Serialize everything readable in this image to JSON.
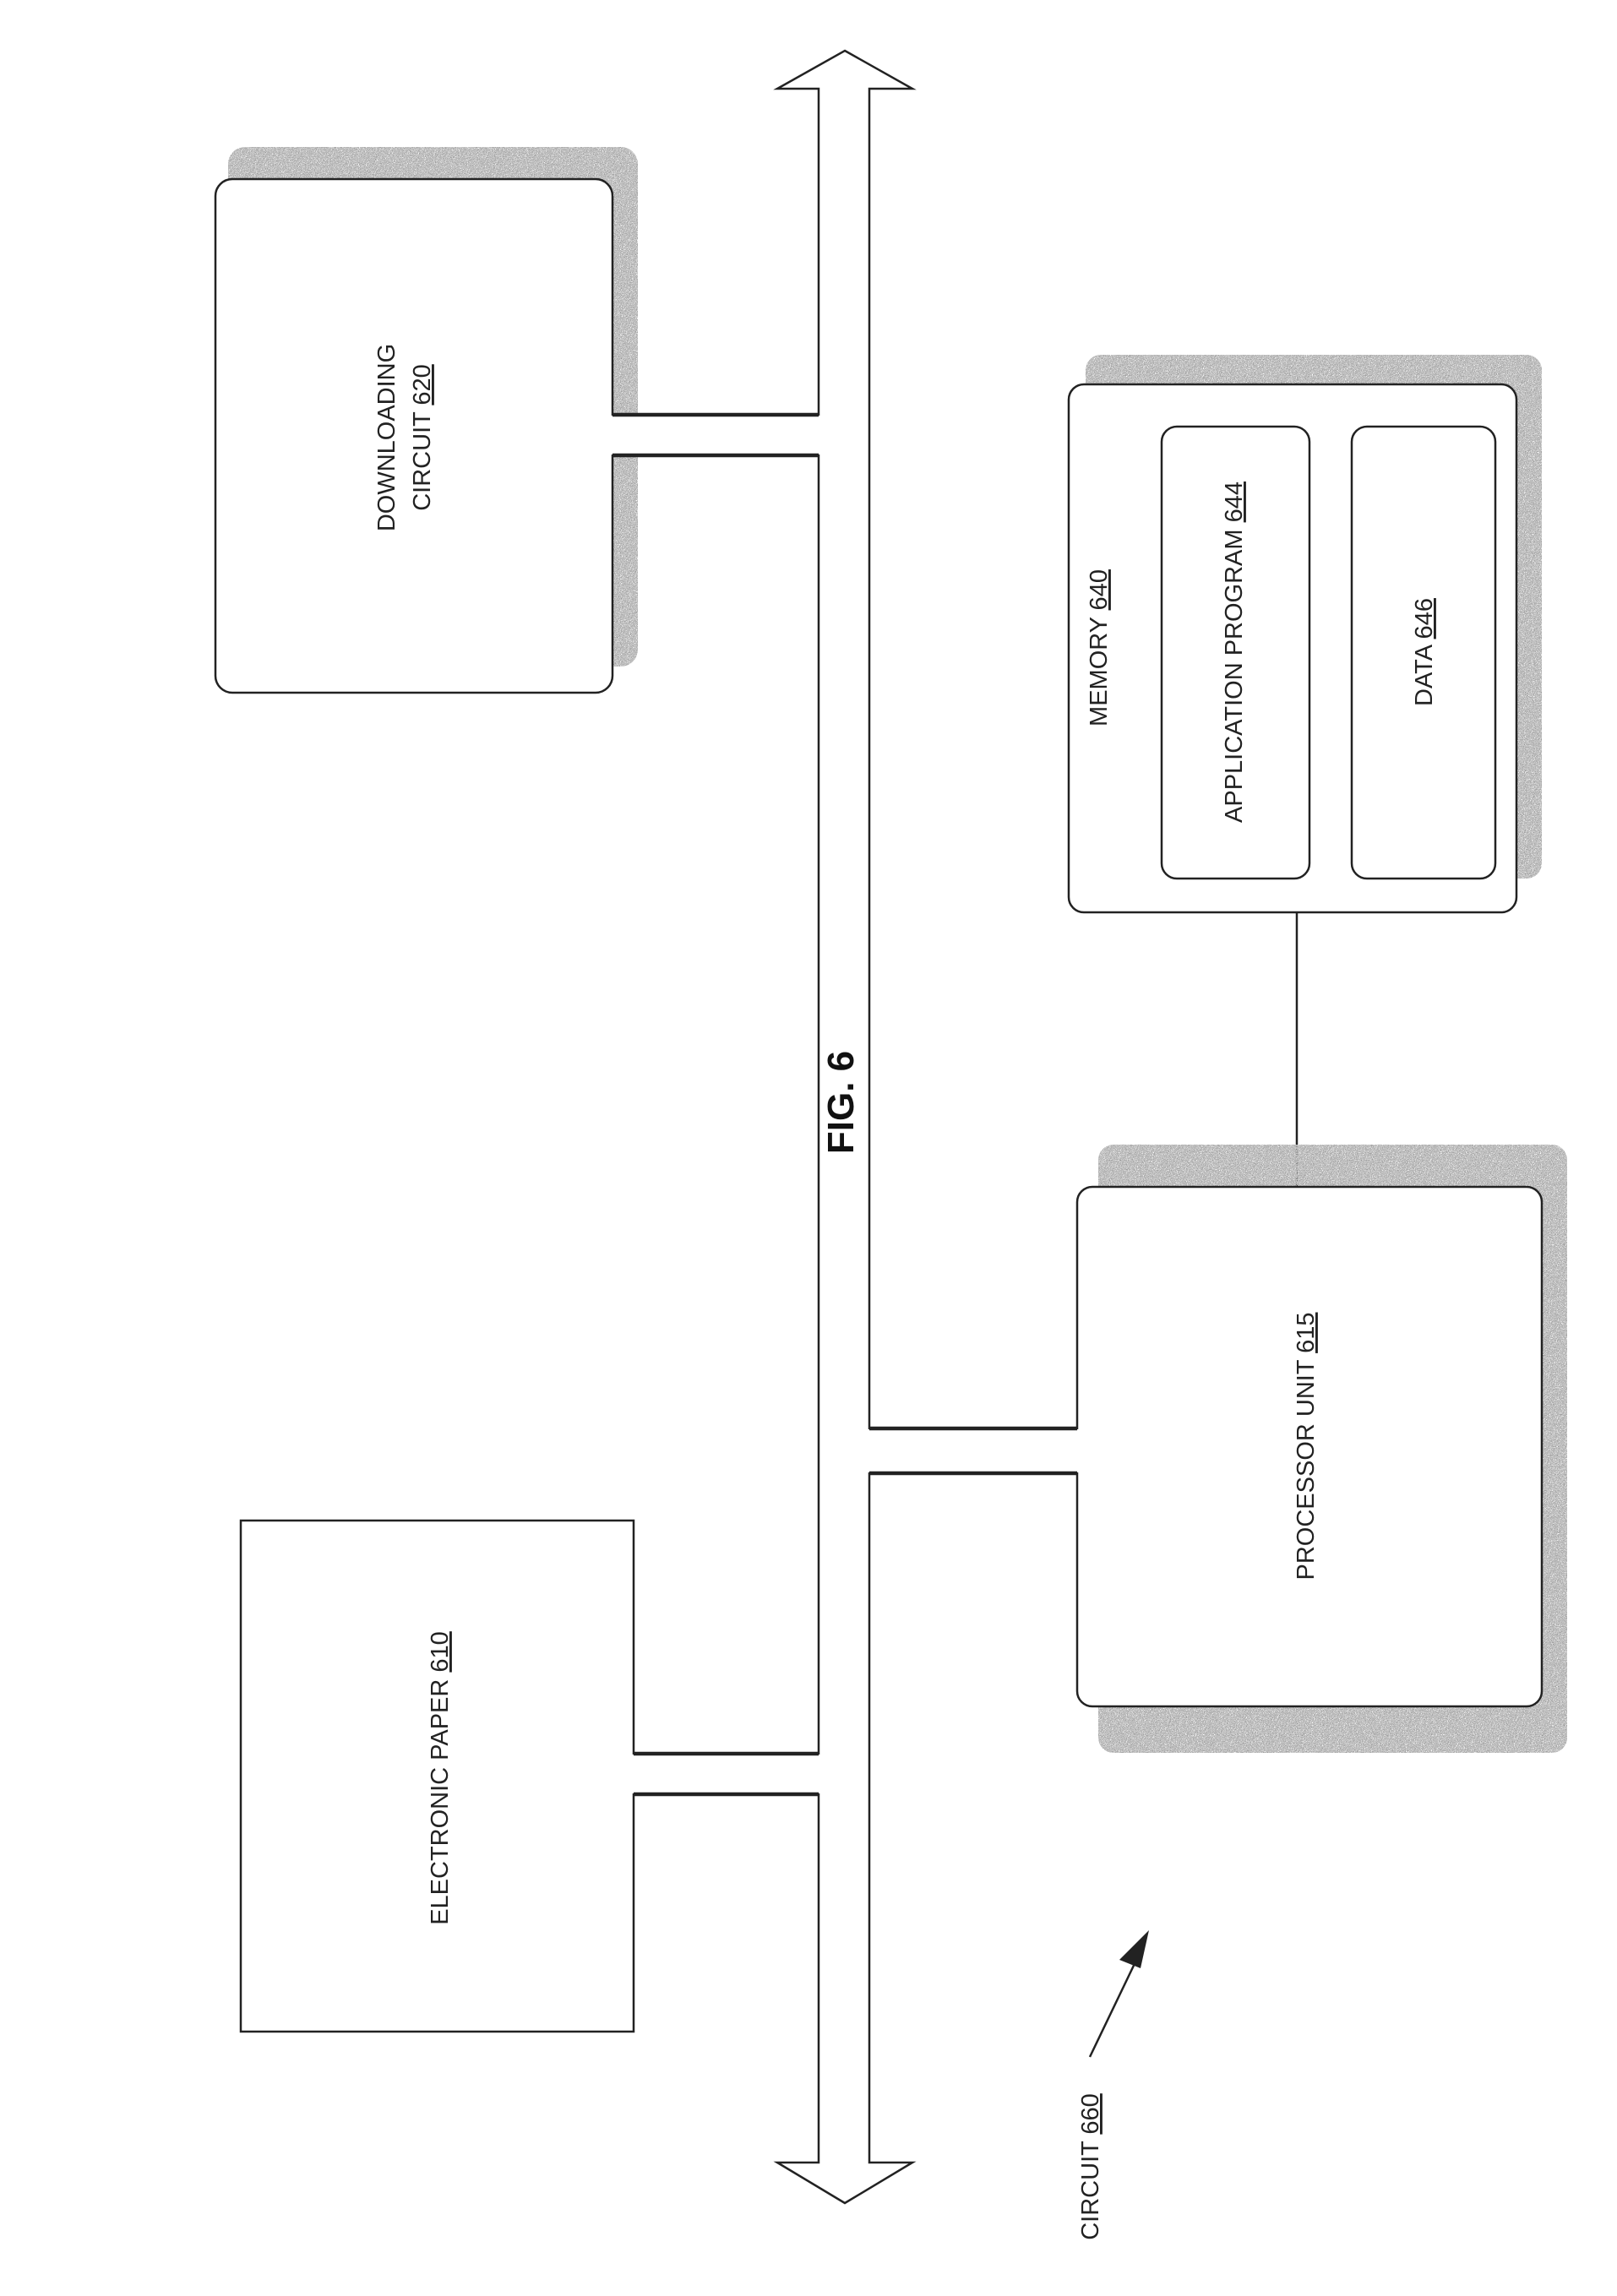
{
  "figure": {
    "title": "FIG. 6"
  },
  "blocks": {
    "downloading_circuit": {
      "line1": "DOWNLOADING",
      "line2": "CIRCUIT",
      "ref": "620"
    },
    "memory": {
      "label": "MEMORY",
      "ref": "640"
    },
    "application_program": {
      "label": "APPLICATION PROGRAM",
      "ref": "644"
    },
    "data": {
      "label": "DATA",
      "ref": "646"
    },
    "electronic_paper": {
      "label": "ELECTRONIC PAPER",
      "ref": "610"
    },
    "processor_unit": {
      "label": "PROCESSOR UNIT",
      "ref": "615"
    }
  },
  "circuit_callout": {
    "label": "CIRCUIT",
    "ref": "660"
  }
}
